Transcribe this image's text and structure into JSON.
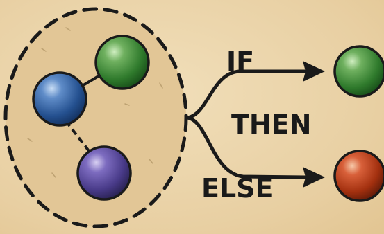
{
  "labels": {
    "if": "IF",
    "then": "THEN",
    "else": "ELSE"
  },
  "colors": {
    "background": "#ecd6ad",
    "cluster_fill": "#e3c898",
    "outline": "#1a1a1a",
    "green": "#3f8a3a",
    "blue": "#2e5fa0",
    "purple": "#5a4a9a",
    "red": "#b53a1e"
  },
  "nodes": [
    {
      "name": "green-node",
      "color": "green"
    },
    {
      "name": "blue-node",
      "color": "blue"
    },
    {
      "name": "purple-node",
      "color": "purple"
    },
    {
      "name": "output-green-node",
      "color": "green"
    },
    {
      "name": "output-red-node",
      "color": "red"
    }
  ]
}
